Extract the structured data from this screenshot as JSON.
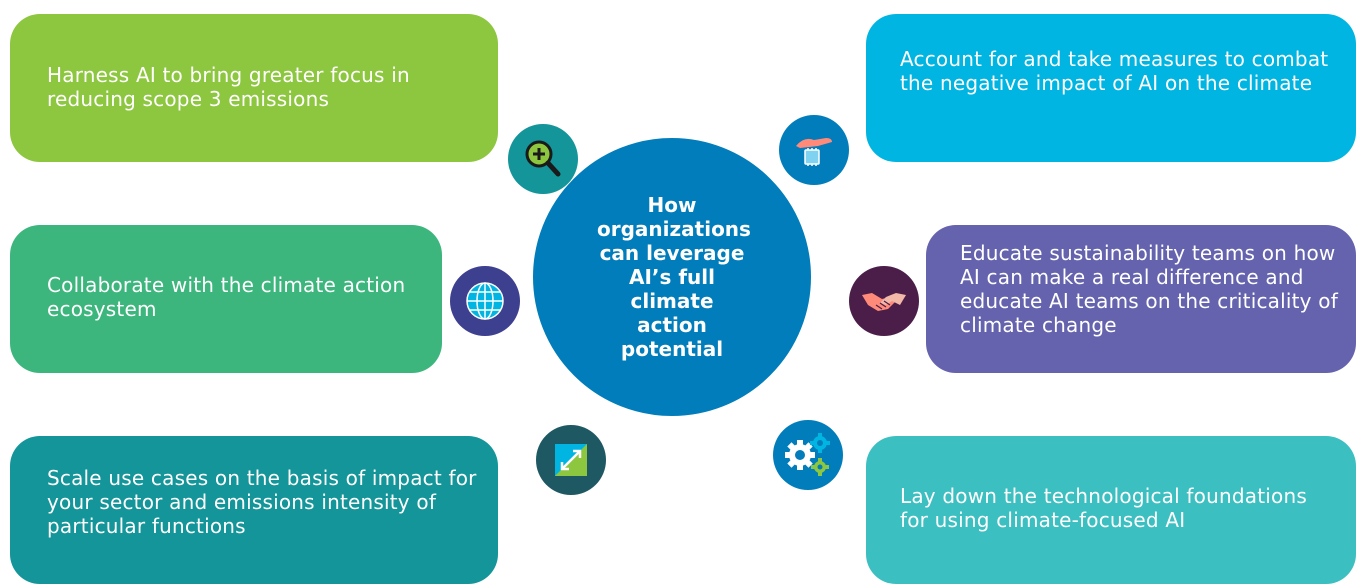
{
  "center": {
    "title": "How organizations can leverage AI’s full climate action potential"
  },
  "boxes": {
    "top_left": {
      "text": "Harness AI to bring greater focus in reducing scope 3 emissions",
      "color": "#8dc63f"
    },
    "middle_left": {
      "text": "Collaborate with the climate action ecosystem",
      "color": "#3db67d"
    },
    "bottom_left": {
      "text": "Scale use cases on the basis of impact for your sector and emissions intensity of particular functions",
      "color": "#139599"
    },
    "top_right": {
      "text": "Account for and take measures to combat the negative impact of AI on the climate",
      "color": "#00b5e2"
    },
    "middle_right": {
      "text": "Educate sustainability teams on how AI can make a real difference and educate AI teams on the criticality of climate change",
      "color": "#6563ad"
    },
    "bottom_right": {
      "text": "Lay down the technological foundations for using climate-focused AI",
      "color": "#3cbfc1"
    }
  },
  "icons": {
    "magnifier": "magnifier-plus-icon",
    "hand_chip": "hand-chip-icon",
    "globe": "globe-icon",
    "handshake": "handshake-icon",
    "scale": "expand-arrow-icon",
    "gears": "gears-icon"
  },
  "colors": {
    "center": "#007dba",
    "accent_yellow": "#8dc63f"
  }
}
